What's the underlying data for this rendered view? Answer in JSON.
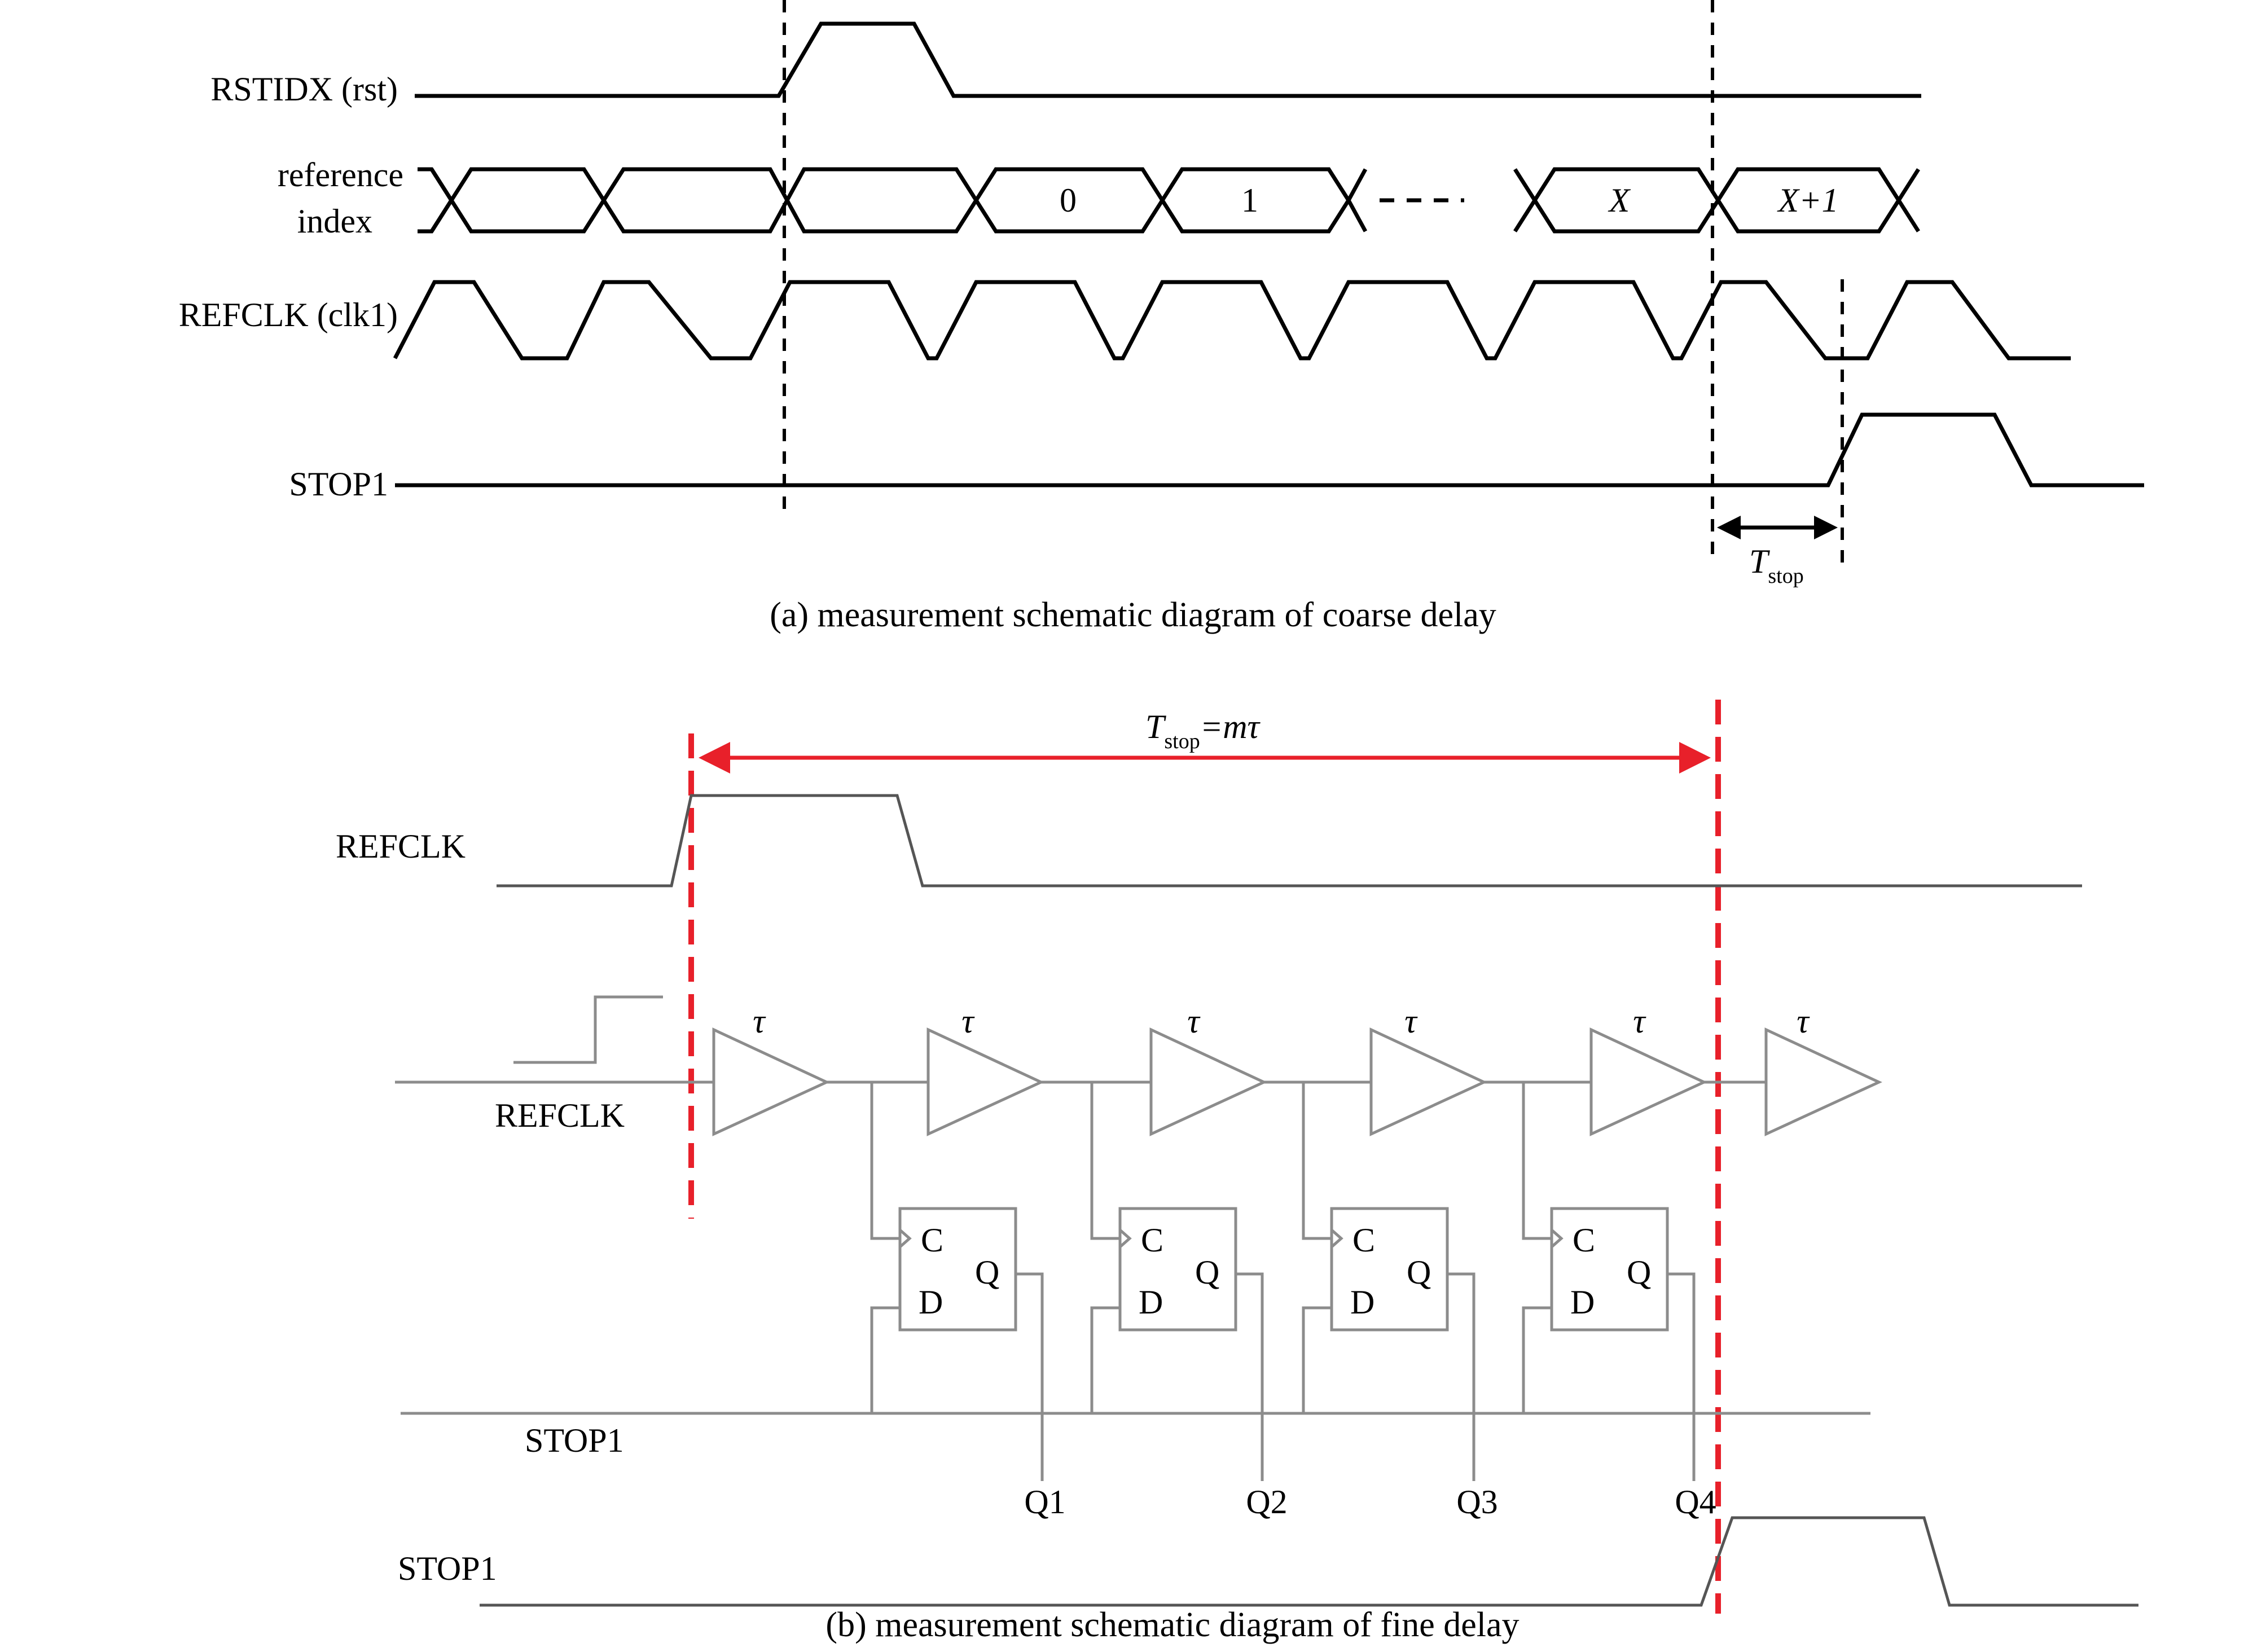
{
  "part_a": {
    "labels": {
      "rstidx": "RSTIDX (rst)",
      "refidx_line1": "reference",
      "refidx_line2": "index",
      "refclk": "REFCLK (clk1)",
      "stop": "STOP1"
    },
    "index_values": [
      "0",
      "1",
      "X",
      "X+1"
    ],
    "tstop": {
      "main": "T",
      "sub": "stop"
    },
    "caption": "(a) measurement schematic diagram of coarse delay"
  },
  "part_b": {
    "equation": {
      "main": "T",
      "sub": "stop",
      "rest": "=mτ"
    },
    "refclk_wave_label": "REFCLK",
    "refclk_input_label": "REFCLK",
    "stop_bus_label": "STOP1",
    "stop_wave_label": "STOP1",
    "delay_symbol": "τ",
    "ff_pins": {
      "c": "C",
      "d": "D",
      "q": "Q"
    },
    "outputs": [
      "Q1",
      "Q2",
      "Q3",
      "Q4"
    ],
    "caption": "(b) measurement schematic diagram of fine delay"
  },
  "colors": {
    "signal": "#000000",
    "circuit": "#8c8c8c",
    "marker": "#e8202a"
  }
}
